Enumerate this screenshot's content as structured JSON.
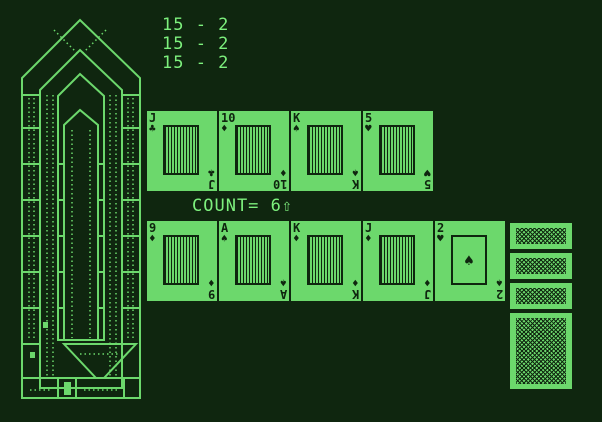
{
  "score_lines": [
    "15 - 2",
    "15 - 2",
    "15 - 2"
  ],
  "count": {
    "label": "COUNT=",
    "value": "6",
    "arrow": "⇧"
  },
  "crib_row": [
    {
      "rank": "J",
      "suit": "♣",
      "face": "back"
    },
    {
      "rank": "10",
      "suit": "♦",
      "face": "back"
    },
    {
      "rank": "K",
      "suit": "♠",
      "face": "back"
    },
    {
      "rank": "5",
      "suit": "♥",
      "face": "back"
    }
  ],
  "hand_row": [
    {
      "rank": "9",
      "suit": "♦",
      "face": "back"
    },
    {
      "rank": "A",
      "suit": "♠",
      "face": "back"
    },
    {
      "rank": "K",
      "suit": "♦",
      "face": "back"
    },
    {
      "rank": "J",
      "suit": "♦",
      "face": "back"
    },
    {
      "rank": "2",
      "suit": "♥",
      "face": "pip",
      "pip": "♠"
    }
  ],
  "deck": {
    "stacked_cards": 3
  },
  "colors": {
    "background": "#0f260f",
    "phosphor": "#6cd86c",
    "text": "#7df07d"
  }
}
